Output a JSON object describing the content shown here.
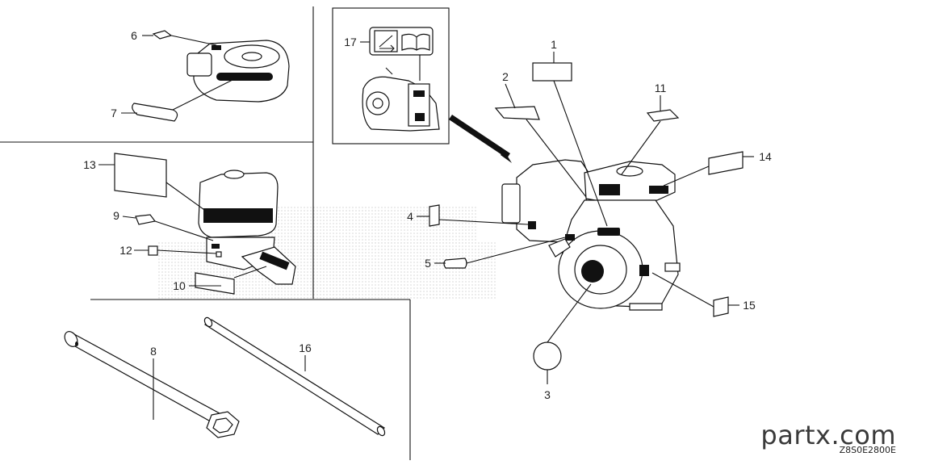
{
  "callouts": {
    "c1": "1",
    "c2": "2",
    "c3": "3",
    "c4": "4",
    "c5": "5",
    "c6": "6",
    "c7": "7",
    "c8": "8",
    "c9": "9",
    "c10": "10",
    "c11": "11",
    "c12": "12",
    "c13": "13",
    "c14": "14",
    "c15": "15",
    "c16": "16",
    "c17": "17"
  },
  "branding": {
    "site": "partx.com",
    "diagram_code": "Z8S0E2800E"
  }
}
